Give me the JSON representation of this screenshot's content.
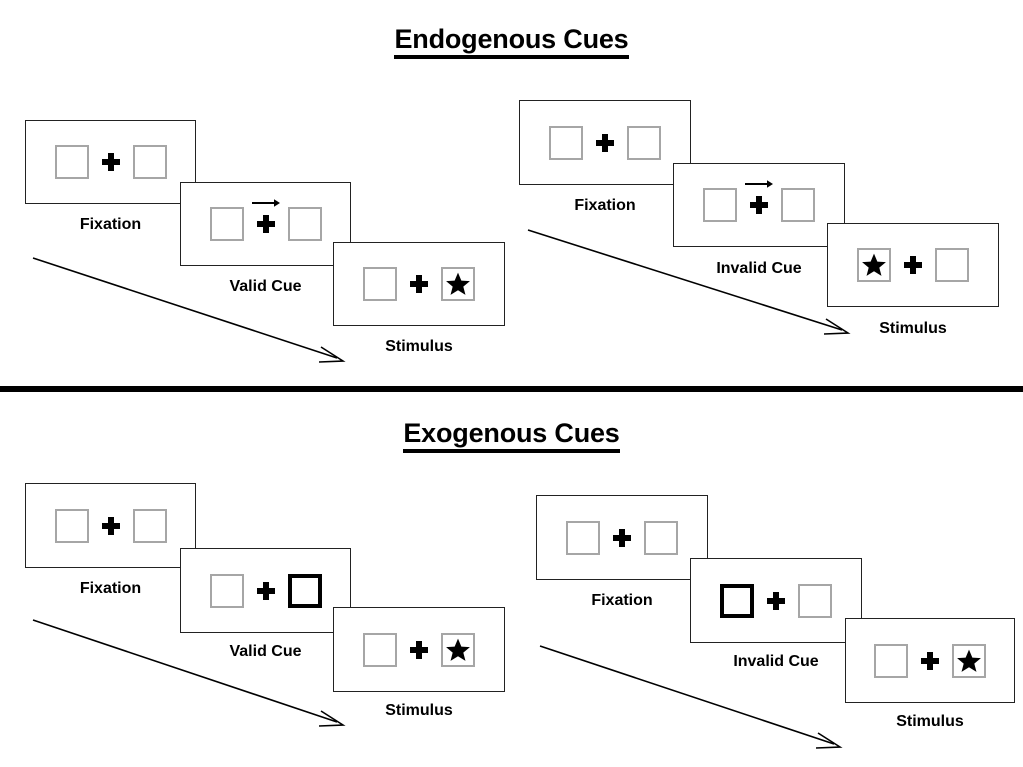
{
  "sections": [
    {
      "title": "Endogenous Cues",
      "conditions": [
        {
          "name": "valid",
          "frames": [
            {
              "caption": "Fixation",
              "cue": "none",
              "stimulus": "none"
            },
            {
              "caption": "Valid Cue",
              "cue": "arrow-right",
              "stimulus": "none"
            },
            {
              "caption": "Stimulus",
              "cue": "none",
              "stimulus": "right"
            }
          ]
        },
        {
          "name": "invalid",
          "frames": [
            {
              "caption": "Fixation",
              "cue": "none",
              "stimulus": "none"
            },
            {
              "caption": "Invalid Cue",
              "cue": "arrow-right",
              "stimulus": "none"
            },
            {
              "caption": "Stimulus",
              "cue": "none",
              "stimulus": "left"
            }
          ]
        }
      ]
    },
    {
      "title": "Exogenous Cues",
      "conditions": [
        {
          "name": "valid",
          "frames": [
            {
              "caption": "Fixation",
              "cue": "none",
              "stimulus": "none"
            },
            {
              "caption": "Valid Cue",
              "cue": "box-right",
              "stimulus": "none"
            },
            {
              "caption": "Stimulus",
              "cue": "none",
              "stimulus": "right"
            }
          ]
        },
        {
          "name": "invalid",
          "frames": [
            {
              "caption": "Fixation",
              "cue": "none",
              "stimulus": "none"
            },
            {
              "caption": "Invalid Cue",
              "cue": "box-left",
              "stimulus": "none"
            },
            {
              "caption": "Stimulus",
              "cue": "none",
              "stimulus": "right"
            }
          ]
        }
      ]
    }
  ],
  "colors": {
    "ink": "#000000",
    "frame_border": "#222222",
    "box_border": "#a6a6a6",
    "cued_box_border": "#000000",
    "background": "#ffffff"
  }
}
